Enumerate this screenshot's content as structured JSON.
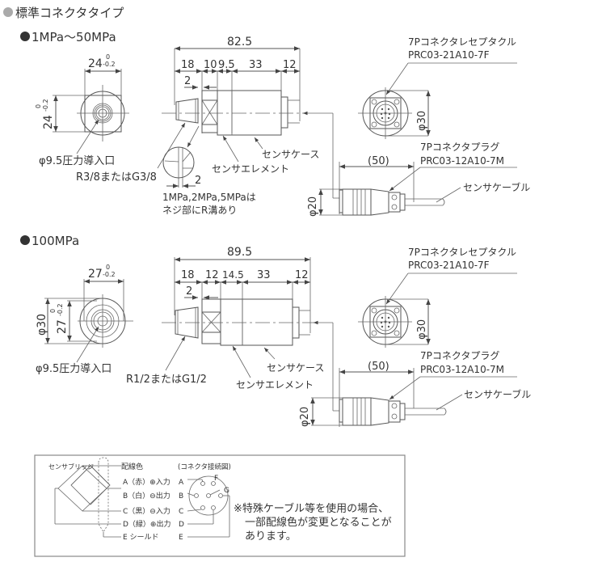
{
  "section_title": "標準コネクタタイプ",
  "variants": [
    {
      "title": "1MPa〜50MPa",
      "front": {
        "width": "24",
        "tol_upper": "0",
        "tol_lower": "-0.2",
        "height": "24",
        "port": "φ9.5圧力導入口"
      },
      "side": {
        "total": "82.5",
        "segments": [
          "18",
          "10",
          "9.5",
          "33",
          "12"
        ],
        "thread_gap": "2",
        "thread": "R3/8またはG3/8",
        "detail_dim": "2",
        "detail_note_1": "1MPa,2MPa,5MPaは",
        "detail_note_2": "ネジ部にR溝あり",
        "element_label": "センサエレメント",
        "case_label": "センサケース"
      },
      "receptacle": {
        "label": "7Pコネクタレセプタクル",
        "part": "PRC03-21A10-7F",
        "dia": "φ30"
      },
      "plug": {
        "label": "7Pコネクタプラグ",
        "part": "PRC03-12A10-7M",
        "length": "(50)",
        "dia": "φ20"
      },
      "cable_label": "センサケーブル"
    },
    {
      "title": "100MPa",
      "front": {
        "width": "27",
        "tol_upper": "0",
        "tol_lower": "-0.2",
        "height": "27",
        "outer_dia": "φ30",
        "port": "φ9.5圧力導入口"
      },
      "side": {
        "total": "89.5",
        "segments": [
          "18",
          "12",
          "14.5",
          "33",
          "12"
        ],
        "thread_gap": "2",
        "thread": "R1/2またはG1/2",
        "element_label": "センサエレメント",
        "case_label": "センサケース"
      },
      "receptacle": {
        "label": "7Pコネクタレセプタクル",
        "part": "PRC03-21A10-7F",
        "dia": "φ30"
      },
      "plug": {
        "label": "7Pコネクタプラグ",
        "part": "PRC03-12A10-7M",
        "length": "(50)",
        "dia": "φ20"
      },
      "cable_label": "センサケーブル"
    }
  ],
  "wiring": {
    "bridge_label": "センサブリッジ",
    "color_header": "配線色",
    "connector_header": "(コネクタ接続図)",
    "rows": [
      {
        "pin": "A",
        "text": "A（赤）⊕入力"
      },
      {
        "pin": "B",
        "text": "B（白）⊖出力"
      },
      {
        "pin": "C",
        "text": "C（黒）⊖入力"
      },
      {
        "pin": "D",
        "text": "D（緑）⊕出力"
      },
      {
        "pin": "E",
        "text": "E シールド"
      }
    ],
    "extra_pins": [
      "F",
      "G"
    ],
    "note_1": "※特殊ケーブル等を使用の場合、",
    "note_2": "一部配線色が変更となることが",
    "note_3": "あります。"
  },
  "colors": {
    "section_bullet": "#aaaaaa",
    "bullet": "#333333",
    "line": "#555555"
  }
}
